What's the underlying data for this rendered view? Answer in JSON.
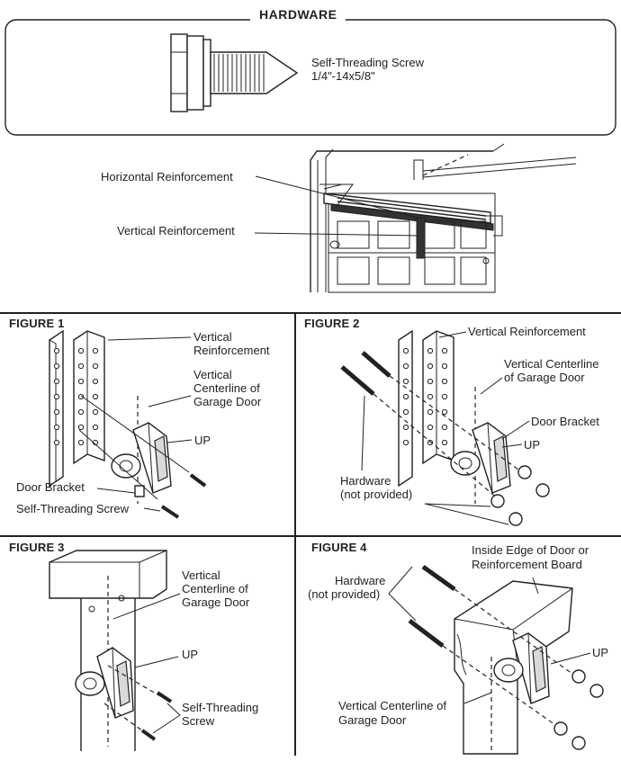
{
  "hardware": {
    "title": "HARDWARE",
    "screw_name": "Self-Threading Screw",
    "screw_size": "1/4\"-14x5/8\""
  },
  "door_overview": {
    "horizontal_label": "Horizontal Reinforcement",
    "vertical_label": "Vertical Reinforcement"
  },
  "figure1": {
    "title": "FIGURE 1",
    "vertical_reinforcement_1": "Vertical",
    "vertical_reinforcement_2": "Reinforcement",
    "centerline_1": "Vertical",
    "centerline_2": "Centerline of",
    "centerline_3": "Garage Door",
    "up": "UP",
    "door_bracket": "Door Bracket",
    "screw": "Self-Threading Screw"
  },
  "figure2": {
    "title": "FIGURE 2",
    "vertical_reinforcement": "Vertical Reinforcement",
    "centerline_1": "Vertical Centerline",
    "centerline_2": "of Garage Door",
    "door_bracket": "Door Bracket",
    "up": "UP",
    "hardware_1": "Hardware",
    "hardware_2": "(not provided)"
  },
  "figure3": {
    "title": "FIGURE 3",
    "centerline_1": "Vertical",
    "centerline_2": "Centerline of",
    "centerline_3": "Garage Door",
    "up": "UP",
    "screw_1": "Self-Threading",
    "screw_2": "Screw"
  },
  "figure4": {
    "title": "FIGURE 4",
    "edge_1": "Inside Edge of Door or",
    "edge_2": "Reinforcement Board",
    "hardware_1": "Hardware",
    "hardware_2": "(not provided)",
    "up": "UP",
    "centerline_1": "Vertical Centerline of",
    "centerline_2": "Garage Door"
  }
}
